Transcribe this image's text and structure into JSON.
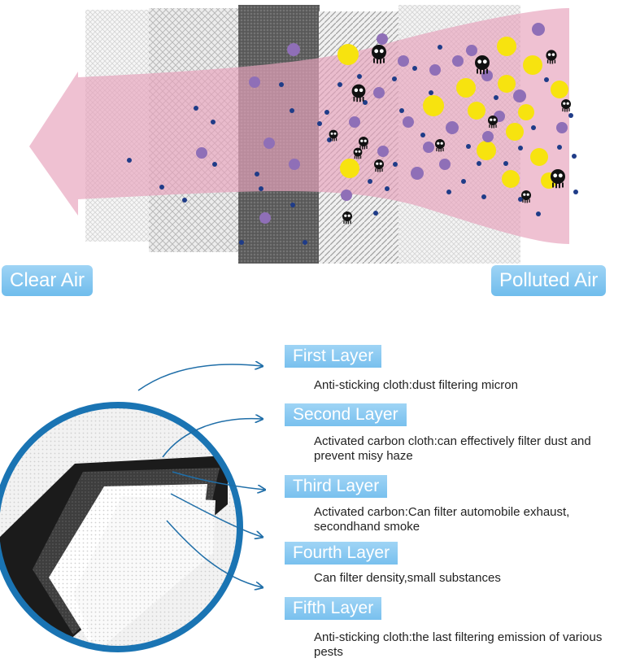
{
  "labels": {
    "clear_air": "Clear Air",
    "polluted_air": "Polluted Air"
  },
  "layers": [
    {
      "title": "First Layer",
      "description": "Anti-sticking cloth:dust filtering micron"
    },
    {
      "title": "Second Layer",
      "description": "Activated carbon cloth:can effectively filter dust and prevent misy haze"
    },
    {
      "title": "Third Layer",
      "description": "Activated carbon:Can filter automobile exhaust, secondhand smoke"
    },
    {
      "title": "Fourth Layer",
      "description": "Can filter density,small substances"
    },
    {
      "title": "Fifth Layer",
      "description": "Anti-sticking cloth:the last filtering emission of various pests"
    }
  ],
  "colors": {
    "flow_pink": "#e8a4bc",
    "label_blue": "#7fc3ef",
    "particle_yellow": "#f7e30f",
    "particle_purple": "#8f6fb7",
    "particle_navy": "#1f3c88",
    "lens_ring": "#1a74b3"
  },
  "icons": [
    "skull-icon",
    "arrow-left-icon",
    "curved-arrow-icon"
  ]
}
